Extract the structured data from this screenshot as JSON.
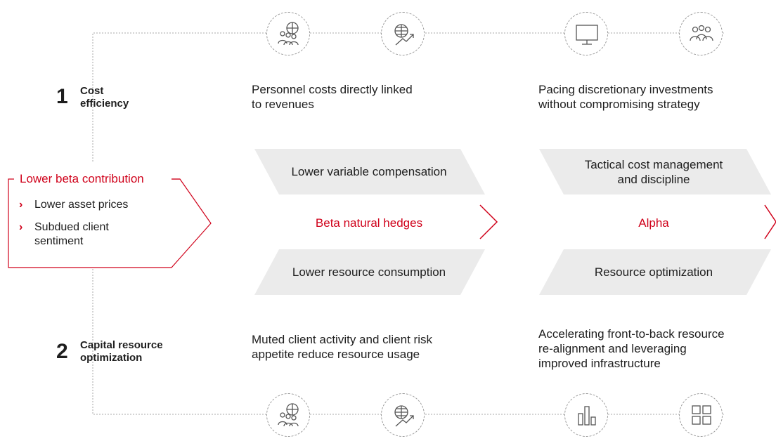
{
  "sections": [
    {
      "number": "1",
      "title": "Cost\nefficiency"
    },
    {
      "number": "2",
      "title": "Capital resource\noptimization"
    }
  ],
  "top_texts": [
    "Personnel costs directly linked\nto revenues",
    "Pacing discretionary investments\nwithout compromising strategy"
  ],
  "bottom_texts": [
    "Muted client activity and client risk\nappetite reduce resource usage",
    "Accelerating front-to-back resource\nre-alignment and leveraging\nimproved infrastructure"
  ],
  "left_box": {
    "title": "Lower beta contribution",
    "bullets": [
      "Lower asset prices",
      "Subdued client\nsentiment"
    ]
  },
  "middle": {
    "top_label": "Lower variable compensation",
    "center_label": "Beta natural hedges",
    "bottom_label": "Lower resource consumption"
  },
  "right": {
    "top_label": "Tactical cost management\nand discipline",
    "center_label": "Alpha",
    "bottom_label": "Resource optimization"
  },
  "icons_top": [
    "people-globe-icon",
    "globe-trend-icon",
    "monitor-icon",
    "team-icon"
  ],
  "icons_bottom": [
    "people-globe-icon",
    "globe-trend-icon",
    "bar-chart-icon",
    "grid-icon"
  ],
  "colors": {
    "accent": "#d0021b",
    "band": "#ebebeb",
    "line": "#9a9a9a"
  }
}
